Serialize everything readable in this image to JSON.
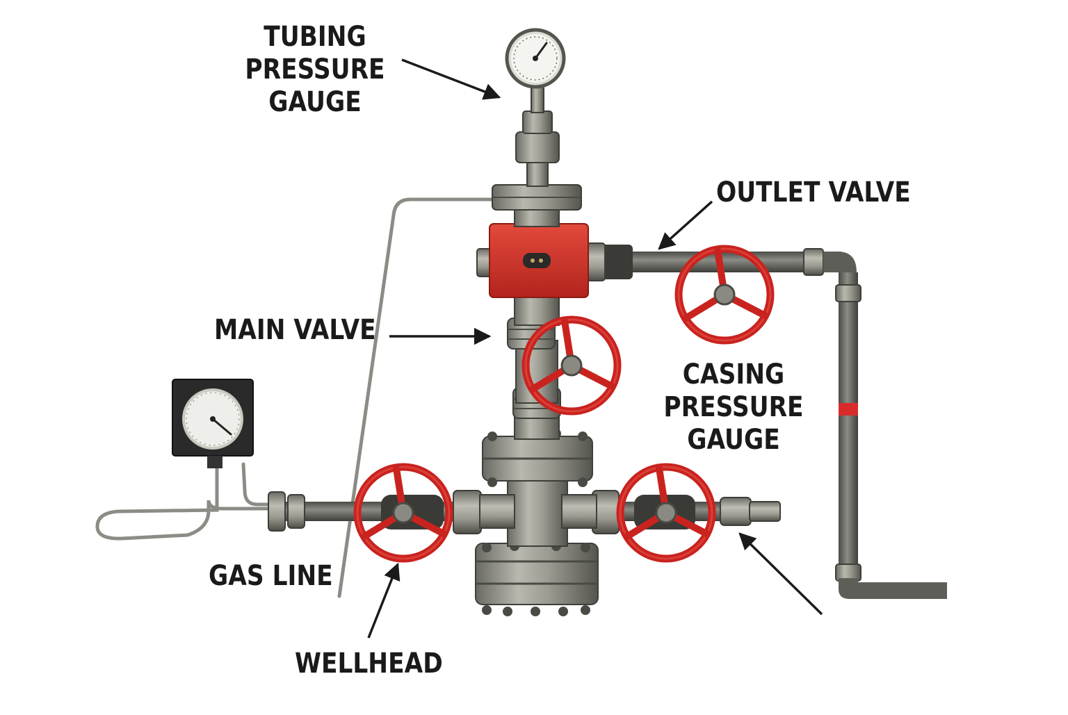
{
  "labels": {
    "tubing_pressure_gauge": [
      "TUBING",
      "PRESSURE",
      "GAUGE"
    ],
    "outlet_valve": "OUTLET VALVE",
    "main_valve": "MAIN VALVE",
    "casing_pressure_gauge": [
      "CASING",
      "PRESSURE",
      "GAUGE"
    ],
    "gas_line": "GAS LINE",
    "wellhead": "WELLHEAD"
  },
  "colors": {
    "valve_red": "#d92b2b",
    "steel": "#9a9a90",
    "steel_dark": "#5e5e58",
    "pipe": "#6f6f6a",
    "text": "#1a1a1a"
  },
  "icons": [
    "pressure-gauge-icon",
    "handwheel-icon",
    "gauge-box-icon"
  ]
}
